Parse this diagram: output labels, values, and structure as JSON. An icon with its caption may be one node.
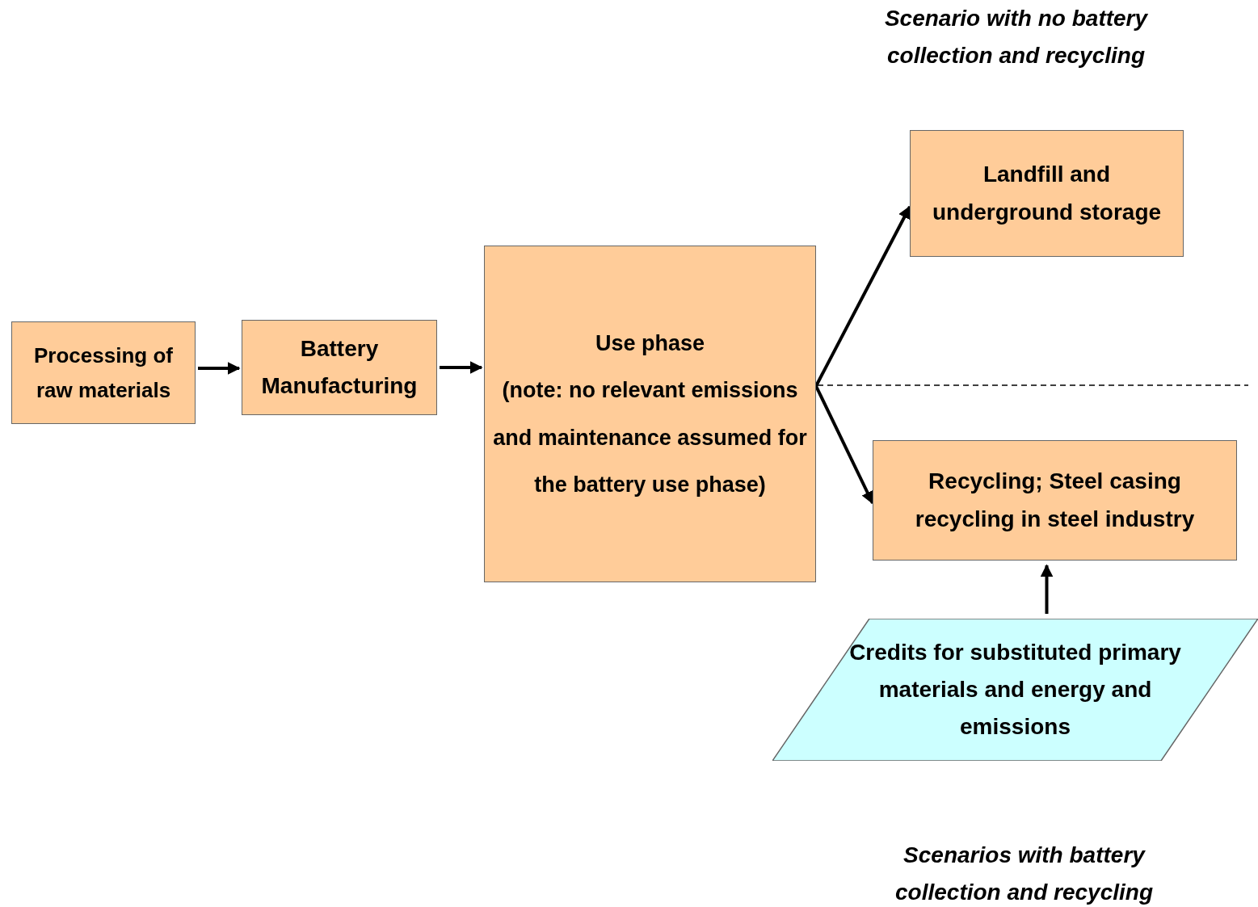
{
  "diagram": {
    "nodes": [
      {
        "text": [
          "Processing of raw materials"
        ]
      },
      {
        "text": [
          "Battery Manufacturing"
        ]
      },
      {
        "text": [
          "Use phase",
          "(note: no relevant emissions and maintenance assumed for the battery use phase)"
        ]
      },
      {
        "text": [
          "Landfill and underground storage"
        ]
      },
      {
        "text": [
          "Recycling; Steel casing recycling in steel industry"
        ]
      },
      {
        "text": [
          "Credits for substituted primary materials and energy and emissions"
        ]
      }
    ],
    "edges": [
      {
        "from": 0,
        "to": 1,
        "arrow": "to"
      },
      {
        "from": 1,
        "to": 2,
        "arrow": "to"
      },
      {
        "from": 2,
        "to": 3,
        "arrow": "to"
      },
      {
        "from": 2,
        "to": 4,
        "arrow": "to"
      },
      {
        "from": 5,
        "to": 4,
        "arrow": "to"
      }
    ],
    "labels": [
      "Scenario with no battery collection and recycling",
      "Scenarios with battery collection and recycling"
    ]
  }
}
